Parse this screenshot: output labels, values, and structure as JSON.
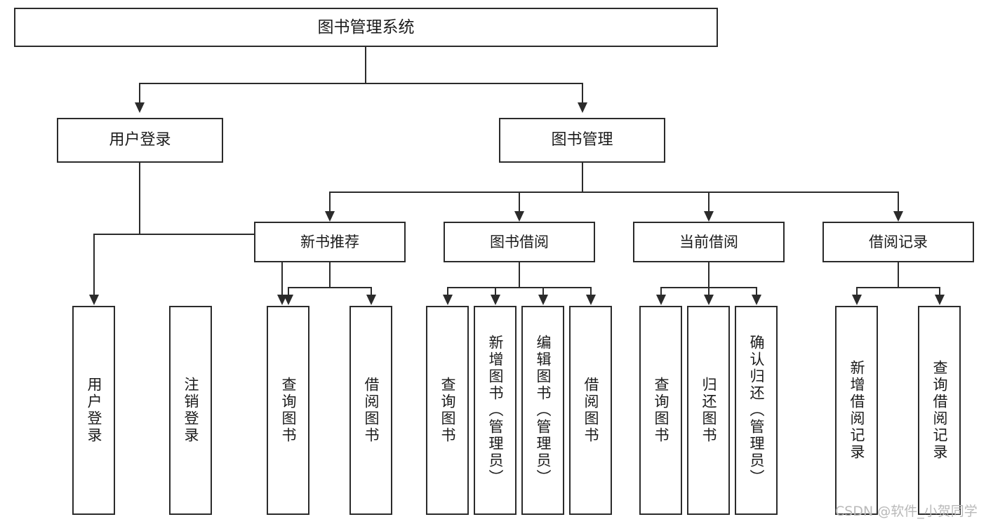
{
  "diagram": {
    "title_node": "图书管理系统",
    "level2": [
      {
        "label": "用户登录"
      },
      {
        "label": "图书管理"
      }
    ],
    "level3": [
      {
        "label": "新书推荐"
      },
      {
        "label": "图书借阅"
      },
      {
        "label": "当前借阅"
      },
      {
        "label": "借阅记录"
      }
    ],
    "leaves": {
      "user_login": [
        {
          "label": "用户登录"
        },
        {
          "label": "注销登录"
        }
      ],
      "new_book": [
        {
          "label": "查询图书"
        },
        {
          "label": "借阅图书"
        }
      ],
      "book_borrow": [
        {
          "label": "查询图书"
        },
        {
          "label": "新增图书（管理员）"
        },
        {
          "label": "编辑图书（管理员）"
        },
        {
          "label": "借阅图书"
        }
      ],
      "current_borrow": [
        {
          "label": "查询图书"
        },
        {
          "label": "归还图书"
        },
        {
          "label": "确认归还（管理员）"
        }
      ],
      "borrow_record": [
        {
          "label": "新增借阅记录"
        },
        {
          "label": "查询借阅记录"
        }
      ]
    }
  },
  "watermark": {
    "text": "CSDN @软件_小贺同学"
  },
  "colors": {
    "stroke": "#2b2b2b",
    "background": "#ffffff",
    "text": "#1b1b1b",
    "watermark": "#b9b9b9"
  }
}
